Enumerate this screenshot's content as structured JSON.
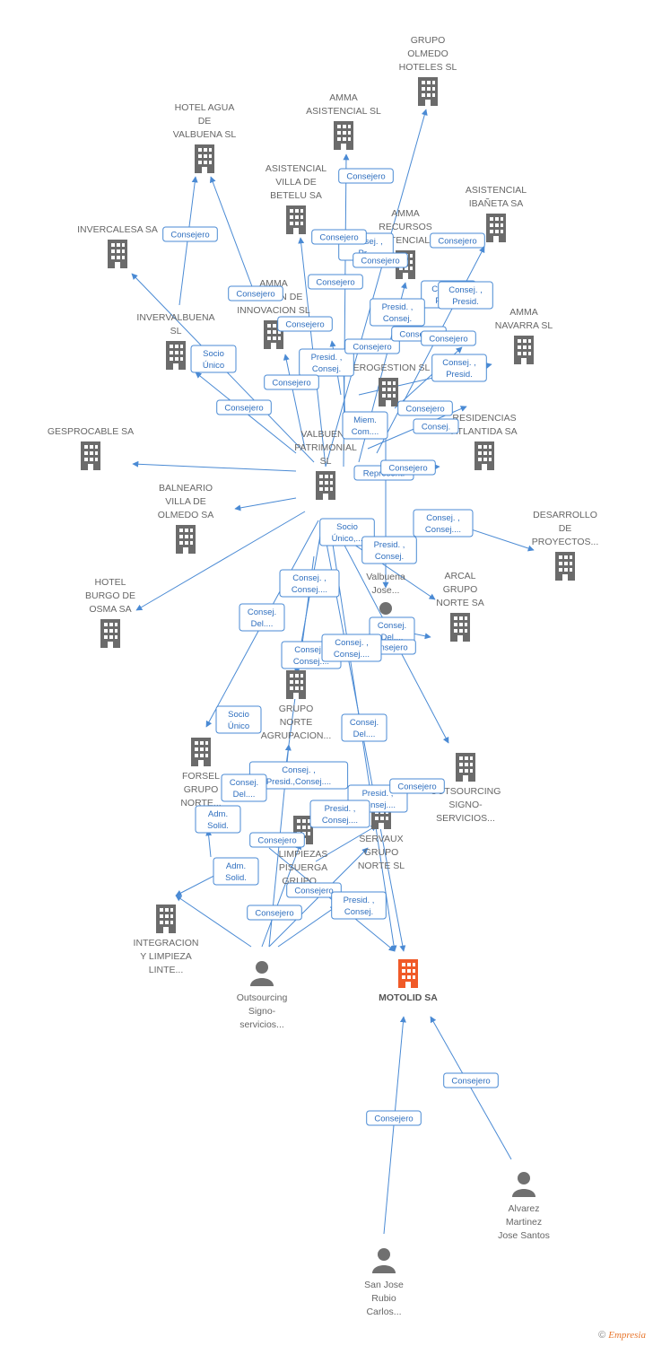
{
  "colors": {
    "edge": "#4a8ad4",
    "company": "#6b6b6b",
    "main_company": "#f05a28",
    "person": "#707070"
  },
  "nodes": [
    {
      "id": "grupo_olmedo",
      "type": "company",
      "label": [
        "GRUPO",
        "OLMEDO",
        "HOTELES SL"
      ]
    },
    {
      "id": "amma_asistencial",
      "type": "company",
      "label": [
        "AMMA",
        "ASISTENCIAL SL"
      ]
    },
    {
      "id": "hotel_agua",
      "type": "company",
      "label": [
        "HOTEL AGUA",
        "DE",
        "VALBUENA SL"
      ]
    },
    {
      "id": "asistencial_betelu",
      "type": "company",
      "label": [
        "ASISTENCIAL",
        "VILLA DE",
        "BETELU SA"
      ]
    },
    {
      "id": "amma_recursos",
      "type": "company",
      "label": [
        "AMMA",
        "RECURSOS",
        "ASISTENCIALES"
      ]
    },
    {
      "id": "asistencial_ibaneta",
      "type": "company",
      "label": [
        "ASISTENCIAL",
        "IBAÑETA SA"
      ]
    },
    {
      "id": "invercalesa",
      "type": "company",
      "label": [
        "INVERCALESA SA"
      ]
    },
    {
      "id": "amma_innovacion",
      "type": "company",
      "label": [
        "AMMA",
        "GESTION DE",
        "INNOVACION SL"
      ]
    },
    {
      "id": "invervalbuena",
      "type": "company",
      "label": [
        "INVERVALBUENA",
        "SL"
      ]
    },
    {
      "id": "amma_navarra",
      "type": "company",
      "label": [
        "AMMA",
        "NAVARRA SL"
      ]
    },
    {
      "id": "aerogestion",
      "type": "company",
      "label": [
        "AEROGESTION SL"
      ]
    },
    {
      "id": "residencias",
      "type": "company",
      "label": [
        "RESIDENCIAS",
        "ATLANTIDA SA"
      ]
    },
    {
      "id": "gesprocable",
      "type": "company",
      "label": [
        "GESPROCABLE SA"
      ]
    },
    {
      "id": "valbuena",
      "type": "company",
      "label": [
        "VALBUENA",
        "PATRIMONIAL",
        "SL"
      ]
    },
    {
      "id": "balneario",
      "type": "company",
      "label": [
        "BALNEARIO",
        "VILLA DE",
        "OLMEDO SA"
      ]
    },
    {
      "id": "desarrollo",
      "type": "company",
      "label": [
        "DESARROLLO",
        "DE",
        "PROYECTOS..."
      ]
    },
    {
      "id": "valbuena_jose",
      "type": "person",
      "label": [
        "Valbuena",
        "Jose..."
      ]
    },
    {
      "id": "arcal",
      "type": "company",
      "label": [
        "ARCAL",
        "GRUPO",
        "NORTE SA"
      ]
    },
    {
      "id": "hotel_burgo",
      "type": "company",
      "label": [
        "HOTEL",
        "BURGO DE",
        "OSMA SA"
      ]
    },
    {
      "id": "grupo_norte_agr",
      "type": "company",
      "label": [
        "GRUPO",
        "NORTE",
        "AGRUPACION..."
      ]
    },
    {
      "id": "forsel",
      "type": "company",
      "label": [
        "FORSEL",
        "GRUPO",
        "NORTE..."
      ]
    },
    {
      "id": "outsourcing_sa",
      "type": "company",
      "label": [
        "OUTSOURCING",
        "SIGNO-",
        "SERVICIOS..."
      ]
    },
    {
      "id": "limpiezas",
      "type": "company",
      "label": [
        "LIMPIEZAS",
        "PISUERGA",
        "GRUPO..."
      ]
    },
    {
      "id": "servaux",
      "type": "company",
      "label": [
        "SERVAUX",
        "GRUPO",
        "NORTE SL"
      ]
    },
    {
      "id": "integracion",
      "type": "company",
      "label": [
        "INTEGRACION",
        "Y LIMPIEZA",
        "LINTE..."
      ]
    },
    {
      "id": "outsourcing_p",
      "type": "person",
      "label": [
        "Outsourcing",
        "Signo-",
        "servicios..."
      ]
    },
    {
      "id": "motolid",
      "type": "main",
      "label": [
        "MOTOLID SA"
      ]
    },
    {
      "id": "alvarez",
      "type": "person",
      "label": [
        "Alvarez",
        "Martinez",
        "Jose Santos"
      ]
    },
    {
      "id": "sanjose",
      "type": "person",
      "label": [
        "San Jose",
        "Rubio",
        "Carlos..."
      ]
    }
  ],
  "relations": [
    {
      "label": [
        "Consejero"
      ]
    },
    {
      "label": [
        "Consejero"
      ]
    },
    {
      "label": [
        "Consej. ,",
        "Pr..."
      ]
    },
    {
      "label": [
        "Consejero"
      ]
    },
    {
      "label": [
        "Consejero"
      ]
    },
    {
      "label": [
        "Consejero"
      ]
    },
    {
      "label": [
        "Consejero"
      ]
    },
    {
      "label": [
        "Consejero"
      ]
    },
    {
      "label": [
        "Consej. ,",
        "Presid."
      ]
    },
    {
      "label": [
        "Socio",
        "Único"
      ]
    },
    {
      "label": [
        "Consejero"
      ]
    },
    {
      "label": [
        "Presid. ,",
        "Consej."
      ]
    },
    {
      "label": [
        "Consejero"
      ]
    },
    {
      "label": [
        "Presid. ,",
        "Consej."
      ]
    },
    {
      "label": [
        "Consejero"
      ]
    },
    {
      "label": [
        "Consejero"
      ]
    },
    {
      "label": [
        "Consej. ,",
        "Presid."
      ]
    },
    {
      "label": [
        "Consejero"
      ]
    },
    {
      "label": [
        "Consejero"
      ]
    },
    {
      "label": [
        "Miem.",
        "Com...."
      ]
    },
    {
      "label": [
        "Consej. ,",
        "Presid."
      ]
    },
    {
      "label": [
        "Consejero"
      ]
    },
    {
      "label": [
        "Consej."
      ]
    },
    {
      "label": [
        "Represent."
      ]
    },
    {
      "label": [
        "Consejero"
      ]
    },
    {
      "label": [
        "Consej. ,",
        "Consej...."
      ]
    },
    {
      "label": [
        "Socio",
        "Único,..."
      ]
    },
    {
      "label": [
        "Presid. ,",
        "Consej."
      ]
    },
    {
      "label": [
        "Consej. ,",
        "Consej...."
      ]
    },
    {
      "label": [
        "Consej.",
        "Del...."
      ]
    },
    {
      "label": [
        "Consej.",
        "Del...."
      ]
    },
    {
      "label": [
        "Consejero"
      ]
    },
    {
      "label": [
        "Consej. ,",
        "Consej...."
      ]
    },
    {
      "label": [
        "Consej. ,",
        "Consej...."
      ]
    },
    {
      "label": [
        "Socio",
        "Único"
      ]
    },
    {
      "label": [
        "Consej.",
        "Del...."
      ]
    },
    {
      "label": [
        "Consej. ,",
        "Presid.,Consej...."
      ]
    },
    {
      "label": [
        "Consej.",
        "Del...."
      ]
    },
    {
      "label": [
        "Adm.",
        "Solid."
      ]
    },
    {
      "label": [
        "Presid. ,",
        "Consej...."
      ]
    },
    {
      "label": [
        "Presid. ,",
        "Consej...."
      ]
    },
    {
      "label": [
        "Consejero"
      ]
    },
    {
      "label": [
        "Consejero"
      ]
    },
    {
      "label": [
        "Adm.",
        "Solid."
      ]
    },
    {
      "label": [
        "Consejero"
      ]
    },
    {
      "label": [
        "Presid. ,",
        "Consej."
      ]
    },
    {
      "label": [
        "Consejero"
      ]
    },
    {
      "label": [
        "Consejero"
      ]
    },
    {
      "label": [
        "Consejero"
      ]
    }
  ],
  "footer": {
    "copyright": "©",
    "brand": "Empresia"
  }
}
